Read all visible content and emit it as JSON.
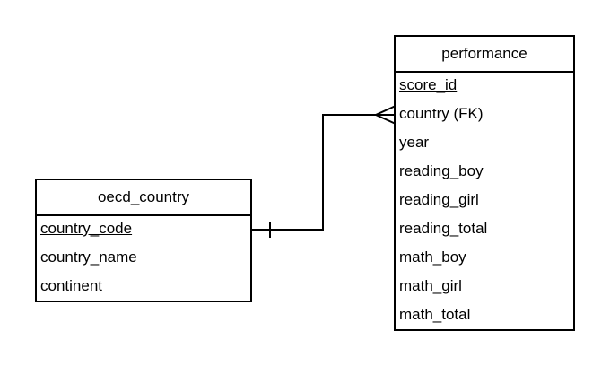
{
  "entities": {
    "oecd_country": {
      "title": "oecd_country",
      "attributes": [
        {
          "label": "country_code",
          "primary_key": true
        },
        {
          "label": "country_name",
          "primary_key": false
        },
        {
          "label": "continent",
          "primary_key": false
        }
      ]
    },
    "performance": {
      "title": "performance",
      "attributes": [
        {
          "label": "score_id",
          "primary_key": true
        },
        {
          "label": "country (FK)",
          "primary_key": false
        },
        {
          "label": "year",
          "primary_key": false
        },
        {
          "label": "reading_boy",
          "primary_key": false
        },
        {
          "label": "reading_girl",
          "primary_key": false
        },
        {
          "label": "reading_total",
          "primary_key": false
        },
        {
          "label": "math_boy",
          "primary_key": false
        },
        {
          "label": "math_girl",
          "primary_key": false
        },
        {
          "label": "math_total",
          "primary_key": false
        }
      ]
    }
  },
  "relationship": {
    "from": "oecd_country",
    "to": "performance",
    "from_cardinality": "one",
    "to_cardinality": "many"
  }
}
